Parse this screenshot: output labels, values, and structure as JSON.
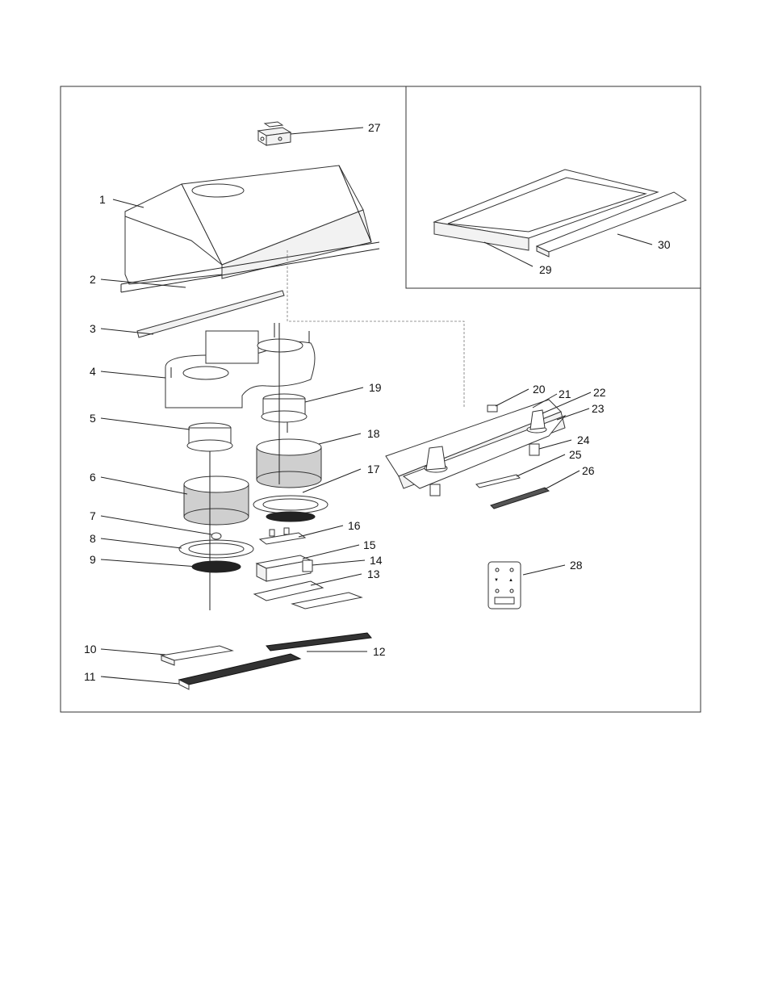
{
  "callouts": [
    {
      "n": "1"
    },
    {
      "n": "2"
    },
    {
      "n": "3"
    },
    {
      "n": "4"
    },
    {
      "n": "5"
    },
    {
      "n": "6"
    },
    {
      "n": "7"
    },
    {
      "n": "8"
    },
    {
      "n": "9"
    },
    {
      "n": "10"
    },
    {
      "n": "11"
    },
    {
      "n": "12"
    },
    {
      "n": "13"
    },
    {
      "n": "14"
    },
    {
      "n": "15"
    },
    {
      "n": "16"
    },
    {
      "n": "17"
    },
    {
      "n": "18"
    },
    {
      "n": "19"
    },
    {
      "n": "20"
    },
    {
      "n": "21"
    },
    {
      "n": "22"
    },
    {
      "n": "23"
    },
    {
      "n": "24"
    },
    {
      "n": "25"
    },
    {
      "n": "26"
    },
    {
      "n": "27"
    },
    {
      "n": "28"
    },
    {
      "n": "29"
    },
    {
      "n": "30"
    }
  ]
}
